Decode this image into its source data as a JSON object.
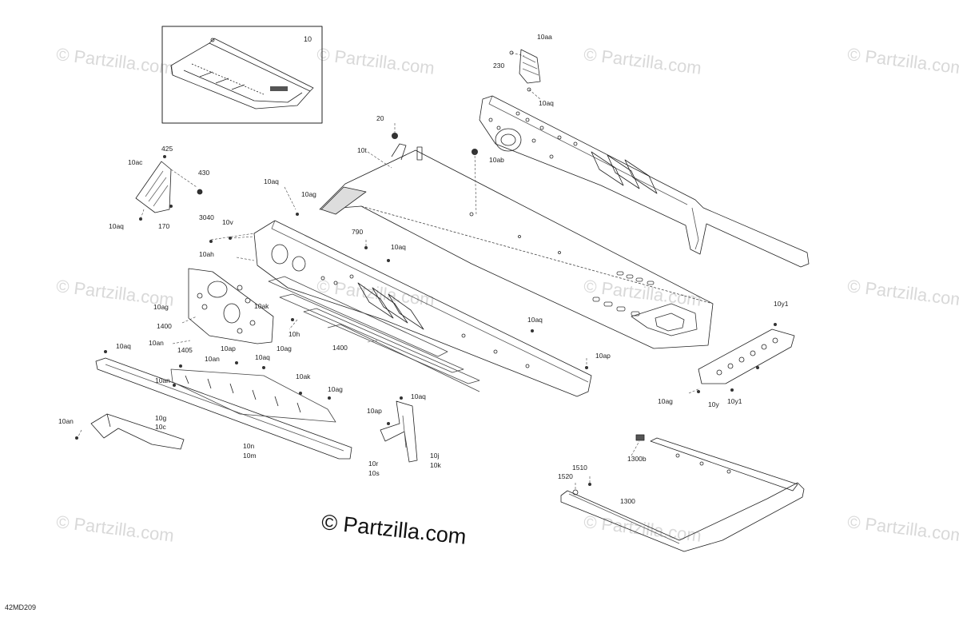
{
  "diagram": {
    "code": "42MD209",
    "brand": "© Partzilla.com",
    "watermark": "© Partzilla.com",
    "inset_label": "10",
    "callouts": [
      "10aa",
      "230",
      "10aq",
      "20",
      "10ab",
      "10t",
      "425",
      "10ac",
      "430",
      "10aq",
      "170",
      "10aq",
      "10ag",
      "3040",
      "10v",
      "790",
      "10aq",
      "10ah",
      "10ag",
      "10ak",
      "1400",
      "10h",
      "10aq",
      "10an",
      "1405",
      "10ap",
      "10ag",
      "1400",
      "10ap",
      "10aq",
      "10an",
      "10aq",
      "10an",
      "10ak",
      "10ag",
      "10an",
      "10g",
      "10c",
      "10n",
      "10m",
      "10aq",
      "10ap",
      "10r",
      "10s",
      "10j",
      "10k",
      "10y1",
      "10ag",
      "10y",
      "10y1",
      "1300b",
      "1510",
      "1520",
      "1300"
    ]
  }
}
